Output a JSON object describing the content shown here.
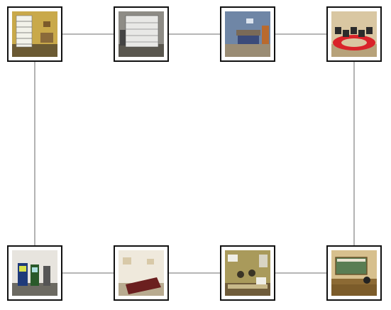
{
  "diagram": {
    "nodes": [
      {
        "id": "library-room",
        "icon": "bookshelf-room-photo",
        "palette": {
          "wall": "#c9a94a",
          "accent": "#e9e7d8",
          "floor": "#6b5a33",
          "object": "#f2f2ea"
        }
      },
      {
        "id": "garage",
        "icon": "garage-door-photo",
        "palette": {
          "wall": "#8e8c86",
          "accent": "#e8e8e6",
          "floor": "#5a574f",
          "object": "#cfcfcf"
        }
      },
      {
        "id": "blue-bedroom",
        "icon": "bedroom-photo",
        "palette": {
          "wall": "#6f86a6",
          "accent": "#b96a2e",
          "floor": "#9a8c74",
          "object": "#3b4b7a"
        }
      },
      {
        "id": "computer-lab-round",
        "icon": "computer-lab-photo",
        "palette": {
          "wall": "#d9c7a2",
          "accent": "#d9232a",
          "floor": "#b7a27a",
          "object": "#2b2b2b"
        }
      },
      {
        "id": "arcade-room",
        "icon": "arcade-machines-photo",
        "palette": {
          "wall": "#e7e4de",
          "accent": "#4b7f3a",
          "floor": "#6c6a62",
          "object": "#1f3a7a"
        }
      },
      {
        "id": "pool-table-basement",
        "icon": "pool-table-photo",
        "palette": {
          "wall": "#efe9dc",
          "accent": "#6b1f1f",
          "floor": "#b8ab90",
          "object": "#d8c9a8"
        }
      },
      {
        "id": "classroom",
        "icon": "classroom-photo",
        "palette": {
          "wall": "#a99a5b",
          "accent": "#efeee6",
          "floor": "#6f5c3a",
          "object": "#3a3426"
        }
      },
      {
        "id": "window-room",
        "icon": "reception-window-photo",
        "palette": {
          "wall": "#d7c08e",
          "accent": "#5a7d53",
          "floor": "#7c5c2a",
          "object": "#e9e3d2"
        }
      }
    ],
    "edges": [
      [
        "library-room",
        "garage"
      ],
      [
        "garage",
        "blue-bedroom"
      ],
      [
        "blue-bedroom",
        "computer-lab-round"
      ],
      [
        "library-room",
        "arcade-room"
      ],
      [
        "computer-lab-round",
        "window-room"
      ],
      [
        "arcade-room",
        "pool-table-basement"
      ],
      [
        "pool-table-basement",
        "classroom"
      ],
      [
        "classroom",
        "window-room"
      ]
    ],
    "edge_color": "#8a8a8a"
  }
}
